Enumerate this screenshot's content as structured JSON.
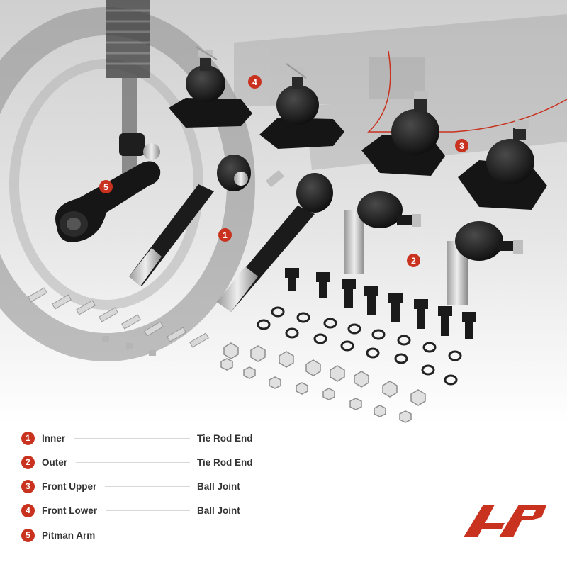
{
  "legend": [
    {
      "number": "1",
      "name": "Inner",
      "type": "Tie Rod End"
    },
    {
      "number": "2",
      "name": "Outer",
      "type": "Tie Rod End"
    },
    {
      "number": "3",
      "name": "Front Upper",
      "type": "Ball Joint"
    },
    {
      "number": "4",
      "name": "Front Lower",
      "type": "Ball Joint"
    },
    {
      "number": "5",
      "name": "Pitman Arm",
      "type": ""
    }
  ],
  "part_labels": [
    "1",
    "2",
    "3",
    "4",
    "5"
  ],
  "colors": {
    "accent": "#c8321f",
    "text": "#333333",
    "hardware": "#1a1a1a"
  },
  "logo": {
    "name": "brand-logo"
  }
}
